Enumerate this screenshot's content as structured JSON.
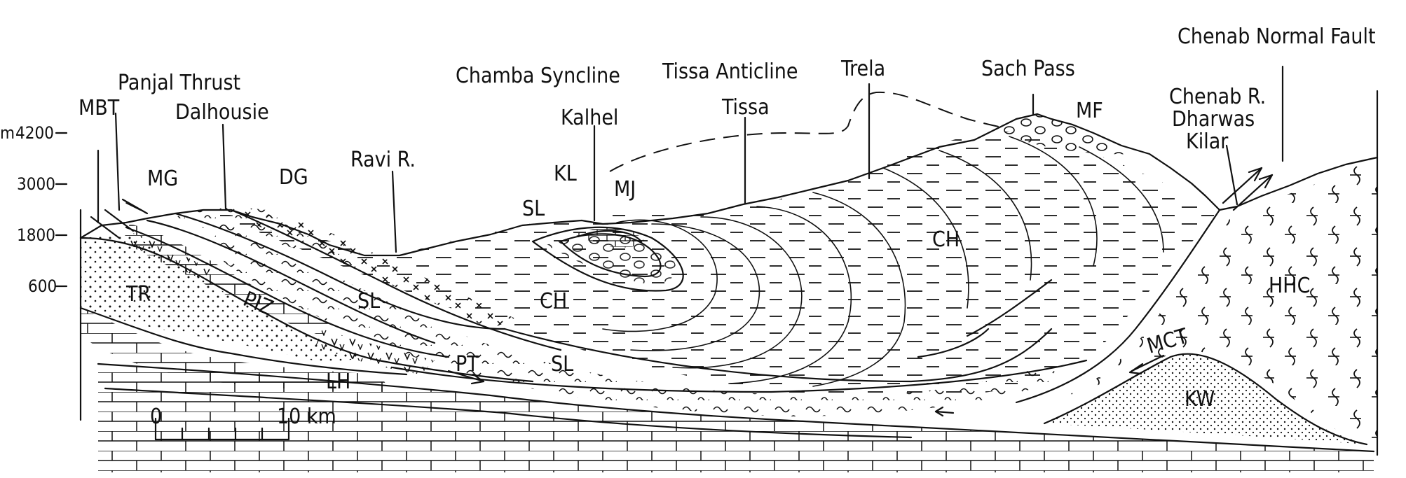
{
  "section": {
    "header": {
      "range_markers": [
        "MBT",
        "Panjal Thrust",
        "Dalhousie"
      ],
      "structures": [
        "Chamba Syncline",
        "Tissa Anticline",
        "Trela",
        "Sach Pass",
        "Chenab Normal Fault"
      ],
      "places": [
        "Kalhel",
        "Tissa",
        "Ravi R.",
        "Chenab R.",
        "Dharwas",
        "Kilar"
      ]
    },
    "elevation_axis": {
      "unit": "m",
      "ticks": [
        "4200",
        "3000",
        "1800",
        "600"
      ]
    },
    "units": [
      "MG",
      "DG",
      "KL",
      "MJ",
      "SL",
      "SL",
      "SL",
      "CH",
      "CH",
      "MF",
      "TR",
      "PIZ",
      "PT",
      "LH",
      "HHC",
      "MCT",
      "KW"
    ],
    "scale_bar": {
      "start": "0",
      "end": "10 km"
    }
  }
}
